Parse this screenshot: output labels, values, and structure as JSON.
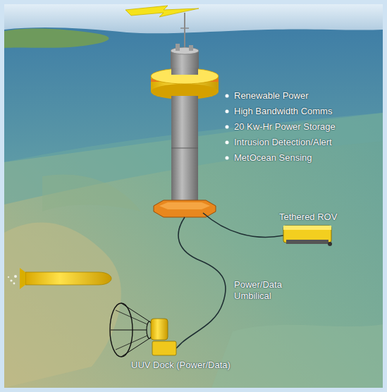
{
  "diagram": {
    "nodes": [
      {
        "text": [
          "Tethered ROV"
        ]
      },
      {
        "text": [
          "UUV Dock (Power/Data)"
        ]
      }
    ],
    "labels": [
      "Renewable Power",
      "High Bandwidth Comms",
      "20 Kw-Hr Power Storage",
      "Intrusion Detection/Alert",
      "MetOcean Sensing",
      "Power/Data Umbilical"
    ]
  }
}
